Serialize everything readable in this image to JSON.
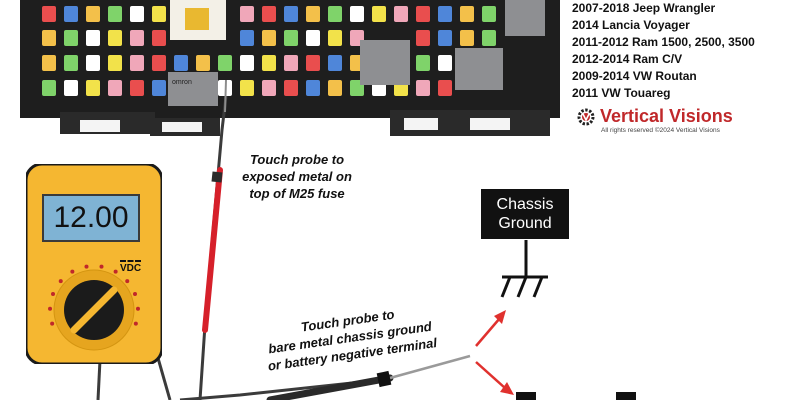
{
  "vehicles": [
    "2007-2018 Jeep Wrangler",
    "2014 Lancia Voyager",
    "2011-2012 Ram 1500, 2500, 3500",
    "2012-2014 Ram C/V",
    "2009-2014 VW Routan",
    "2011 VW Touareg"
  ],
  "brand": {
    "name": "Vertical Visions",
    "copyright": "All rights reserved ©2024 Vertical Visions"
  },
  "notes": {
    "probe_fuse": [
      "Touch probe to",
      "exposed metal on",
      "top of M25 fuse"
    ],
    "probe_ground": [
      "Touch probe to",
      "bare metal chassis ground",
      "or battery negative terminal"
    ]
  },
  "meter": {
    "reading": "12.00",
    "unit": "VDC"
  },
  "ground": {
    "label_line1": "Chassis",
    "label_line2": "Ground"
  },
  "relay_label": "omron",
  "colors": {
    "meter_body": "#f5b731",
    "meter_screen": "#7fb3d4",
    "red_probe": "#d6202a",
    "arrow": "#e0312e",
    "brand_red": "#c0282a",
    "fusebox": "#1e1e1e"
  }
}
